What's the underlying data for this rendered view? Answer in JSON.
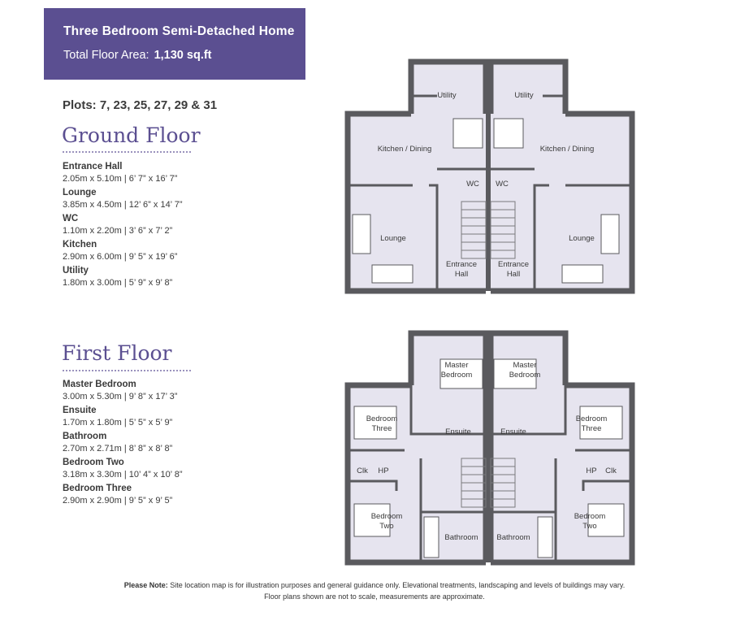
{
  "header": {
    "title": "Three Bedroom Semi-Detached Home",
    "area_label": "Total Floor Area:",
    "area_value": "1,130 sq.ft"
  },
  "plots": "Plots: 7, 23, 25, 27, 29 & 31",
  "ground_floor": {
    "title": "Ground Floor",
    "rooms": [
      {
        "name": "Entrance Hall",
        "dims": "2.05m x 5.10m  |  6’ 7” x 16’ 7”"
      },
      {
        "name": "Lounge",
        "dims": "3.85m x 4.50m  |  12’ 6” x 14’ 7”"
      },
      {
        "name": "WC",
        "dims": "1.10m x 2.20m  |  3’ 6” x 7’ 2”"
      },
      {
        "name": "Kitchen",
        "dims": "2.90m x 6.00m  |  9’ 5” x 19’ 6”"
      },
      {
        "name": "Utility",
        "dims": "1.80m x 3.00m  |  5’ 9” x 9’ 8”"
      }
    ],
    "plan_labels": {
      "utility": "Utility",
      "kitchen_dining": "Kitchen / Dining",
      "wc": "WC",
      "lounge": "Lounge",
      "entrance": "Entrance",
      "hall": "Hall"
    }
  },
  "first_floor": {
    "title": "First Floor",
    "rooms": [
      {
        "name": "Master Bedroom",
        "dims": "3.00m x 5.30m  |  9’ 8” x 17’ 3”"
      },
      {
        "name": "Ensuite",
        "dims": "1.70m x 1.80m  |  5’ 5” x 5’ 9”"
      },
      {
        "name": "Bathroom",
        "dims": "2.70m x 2.71m  |  8’ 8” x 8’ 8”"
      },
      {
        "name": "Bedroom Two",
        "dims": "3.18m x 3.30m  |  10’ 4” x 10’ 8”"
      },
      {
        "name": "Bedroom Three",
        "dims": "2.90m x 2.90m  |  9’ 5” x 9’ 5”"
      }
    ],
    "plan_labels": {
      "master": "Master",
      "bedroom": "Bedroom",
      "three": "Three",
      "two": "Two",
      "ensuite": "Ensuite",
      "clk": "Clk",
      "hp": "HP",
      "bathroom": "Bathroom"
    }
  },
  "footer": {
    "note_label": "Please Note:",
    "note_text": " Site location map is for illustration purposes and general guidance only.  Elevational treatments, landscaping and levels of buildings may vary.",
    "note_line2": "Floor plans shown are not to scale, measurements are approximate."
  },
  "colors": {
    "brand_purple": "#5b4f91",
    "wall": "#5a5a5e",
    "floor_fill": "#e6e4ef"
  }
}
